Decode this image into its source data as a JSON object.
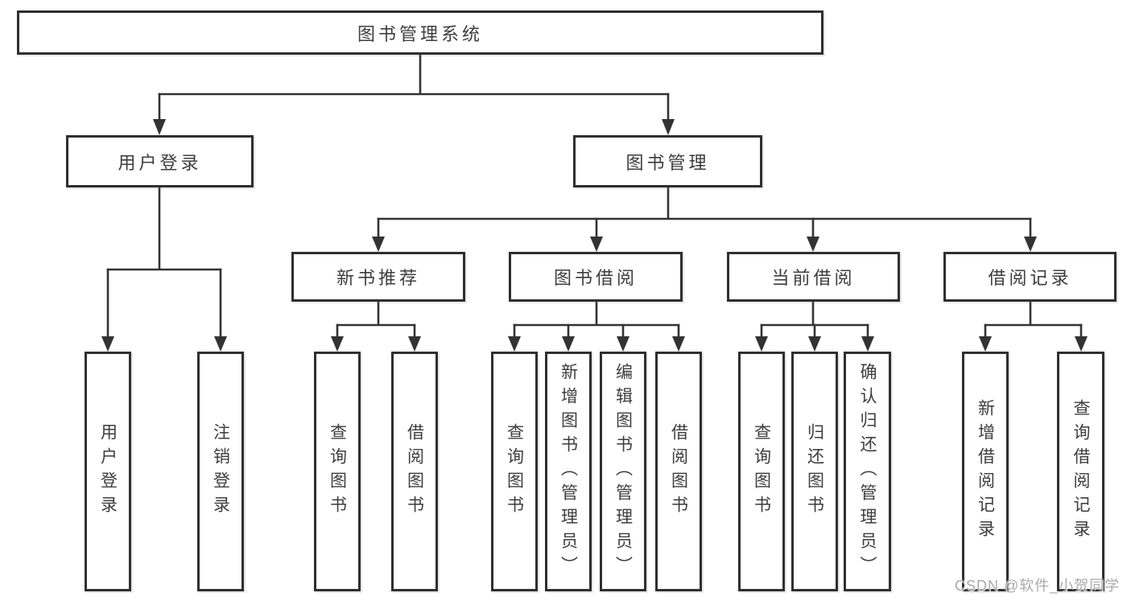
{
  "diagram": {
    "nodes": {
      "root": "图书管理系统",
      "user_login": "用户登录",
      "book_mgmt": "图书管理",
      "new_book": "新书推荐",
      "book_borrow": "图书借阅",
      "current_borrow": "当前借阅",
      "borrow_records": "借阅记录"
    },
    "leaves": [
      "用户登录",
      "注销登录",
      "查询图书",
      "借阅图书",
      "查询图书",
      "新增图书（管理员）",
      "编辑图书（管理员）",
      "借阅图书",
      "查询图书",
      "归还图书",
      "确认归还（管理员）",
      "新增借阅记录",
      "查询借阅记录"
    ]
  },
  "watermark": "CSDN @软件_小贺同学",
  "colors": {
    "line": "#333333",
    "box_border": "#2f2f2f",
    "text": "#3d3d3d",
    "watermark": "#aaaaaa",
    "background": "#ffffff"
  }
}
